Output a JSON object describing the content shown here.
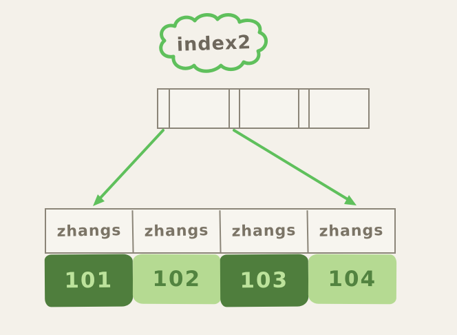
{
  "cloud": {
    "label": "index2",
    "outline_color": "#5fc05c",
    "text_color": "#6e675c"
  },
  "index_node": {
    "description": "empty B-tree index node with three pointer slots and three key slots",
    "slots": [
      "",
      "",
      "",
      "",
      "",
      ""
    ]
  },
  "arrows": {
    "color": "#5fc05c",
    "items": [
      {
        "from": "index-node-pointer-1",
        "to": "record-101"
      },
      {
        "from": "index-node-pointer-2",
        "to": "record-104"
      }
    ]
  },
  "table": {
    "border_color": "#8b8578",
    "header_text_color": "#7b7466",
    "dark_green": "#4f7e3d",
    "light_green": "#b5da92",
    "columns": [
      {
        "header": "zhangs",
        "id": "101",
        "shade": "dark"
      },
      {
        "header": "zhangs",
        "id": "102",
        "shade": "light"
      },
      {
        "header": "zhangs",
        "id": "103",
        "shade": "dark"
      },
      {
        "header": "zhangs",
        "id": "104",
        "shade": "light"
      }
    ]
  }
}
